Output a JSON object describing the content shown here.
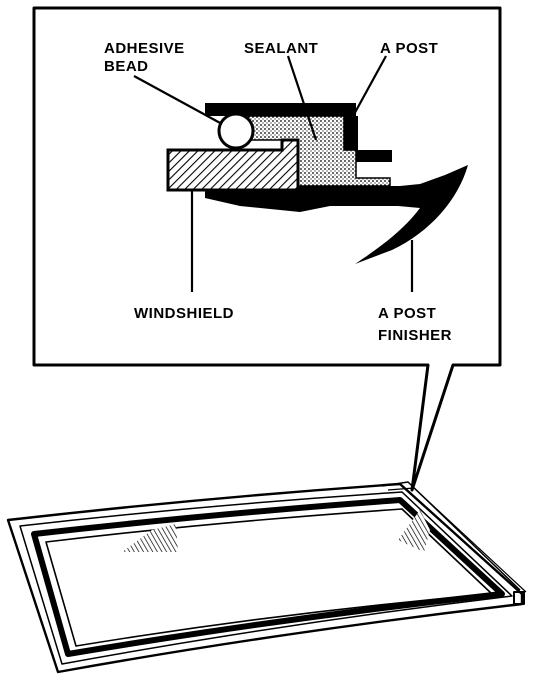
{
  "labels": {
    "adhesive_bead_line1": "ADHESIVE",
    "adhesive_bead_line2": "BEAD",
    "sealant": "SEALANT",
    "a_post": "A POST",
    "windshield": "WINDSHIELD",
    "a_post_finisher_line1": "A POST",
    "a_post_finisher_line2": "FINISHER"
  },
  "colors": {
    "ink": "#000000",
    "paper": "#ffffff"
  }
}
